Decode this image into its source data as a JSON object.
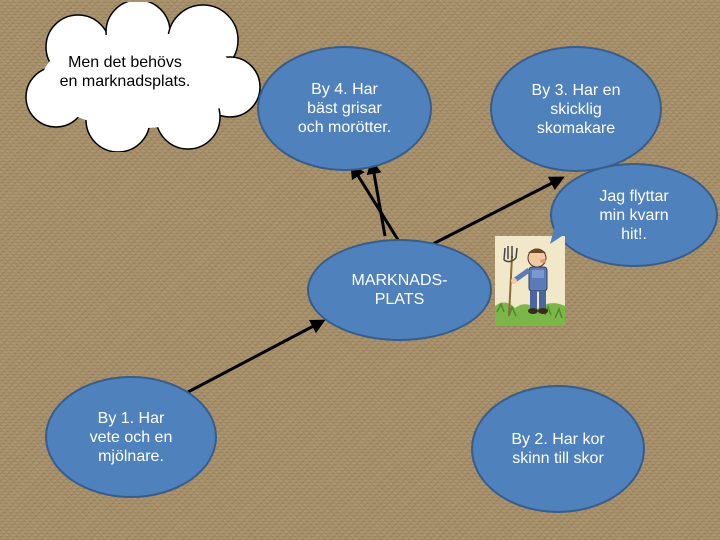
{
  "colors": {
    "node_fill": "#4f81bd",
    "node_border": "#385d8a",
    "node_text": "#ffffff",
    "arrow": "#000000",
    "cloud_fill": "#ffffff"
  },
  "cloud": {
    "text": "Men det behövs\nen marknadsplats."
  },
  "nodes": {
    "village4": "By 4. Har\nbäst grisar\noch morötter.",
    "village3": "By 3. Har en\nskicklig\nskomakare",
    "speech": "Jag flyttar\nmin kvarn\nhit!.",
    "market": "MARKNADS-\nPLATS",
    "village1": "By 1. Har\nvete och en\nmjölnare.",
    "village2": "By 2. Har kor\nskinn till skor"
  },
  "icons": {
    "farmer": "farmer-with-pitchfork-icon"
  }
}
